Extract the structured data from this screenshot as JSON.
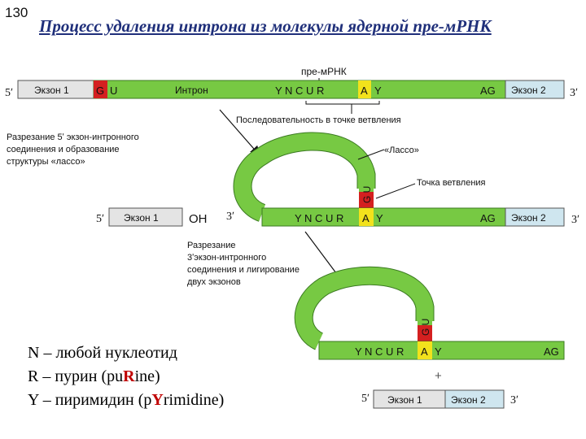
{
  "slide_number": "130",
  "title": "Процесс удаления интрона из молекулы ядерной пре-мРНК",
  "colors": {
    "intron": "#77c943",
    "exon1": "#e4e4e4",
    "exon2": "#cfe6ef",
    "gu_box": "#d42020",
    "a_box": "#f2e21c"
  },
  "stage1": {
    "label_premrna": "пре-мРНК",
    "five_prime": "5ʹ",
    "three_prime": "3ʹ",
    "exon1": "Экзон 1",
    "g": "G",
    "u": "U",
    "intron": "Интрон",
    "seq_left": "Y N C U R",
    "a": "A",
    "seq_right": "Y",
    "ag": "AG",
    "exon2": "Экзон 2",
    "branch_seq_label": "Последовательность в точке ветвления"
  },
  "step1_text": [
    "Разрезание 5ʹ экзон-интронного",
    "соединения и образование",
    "структуры «лассо»"
  ],
  "stage2": {
    "lasso_label": "«Лассо»",
    "branch_point_label": "Точка ветвления",
    "five_prime": "5ʹ",
    "exon1": "Экзон 1",
    "oh": "OH",
    "three_prime_oh": "3ʹ",
    "gu": "G U",
    "seq_left": "Y N C U R",
    "a": "A",
    "seq_right": "Y",
    "ag": "AG",
    "exon2": "Экзон 2",
    "three_prime": "3ʹ"
  },
  "step2_text": [
    "Разрезание",
    "3ʹэкзон-интронного",
    "соединения и лигирование",
    "двух экзонов"
  ],
  "stage3": {
    "gu": "G U",
    "seq_left": "Y N C U R",
    "a": "A",
    "seq_right": "Y",
    "ag": "AG",
    "plus": "+",
    "five_prime": "5ʹ",
    "exon1": "Экзон 1",
    "exon2": "Экзон 2",
    "three_prime": "3ʹ"
  },
  "legend": {
    "n_line": "N – любой нуклеотид",
    "r_prefix": "R – пурин (pu",
    "r_highlight": "R",
    "r_suffix": "ine)",
    "y_prefix": "Y – пиримидин (p",
    "y_highlight": "Y",
    "y_suffix": "rimidine)"
  }
}
